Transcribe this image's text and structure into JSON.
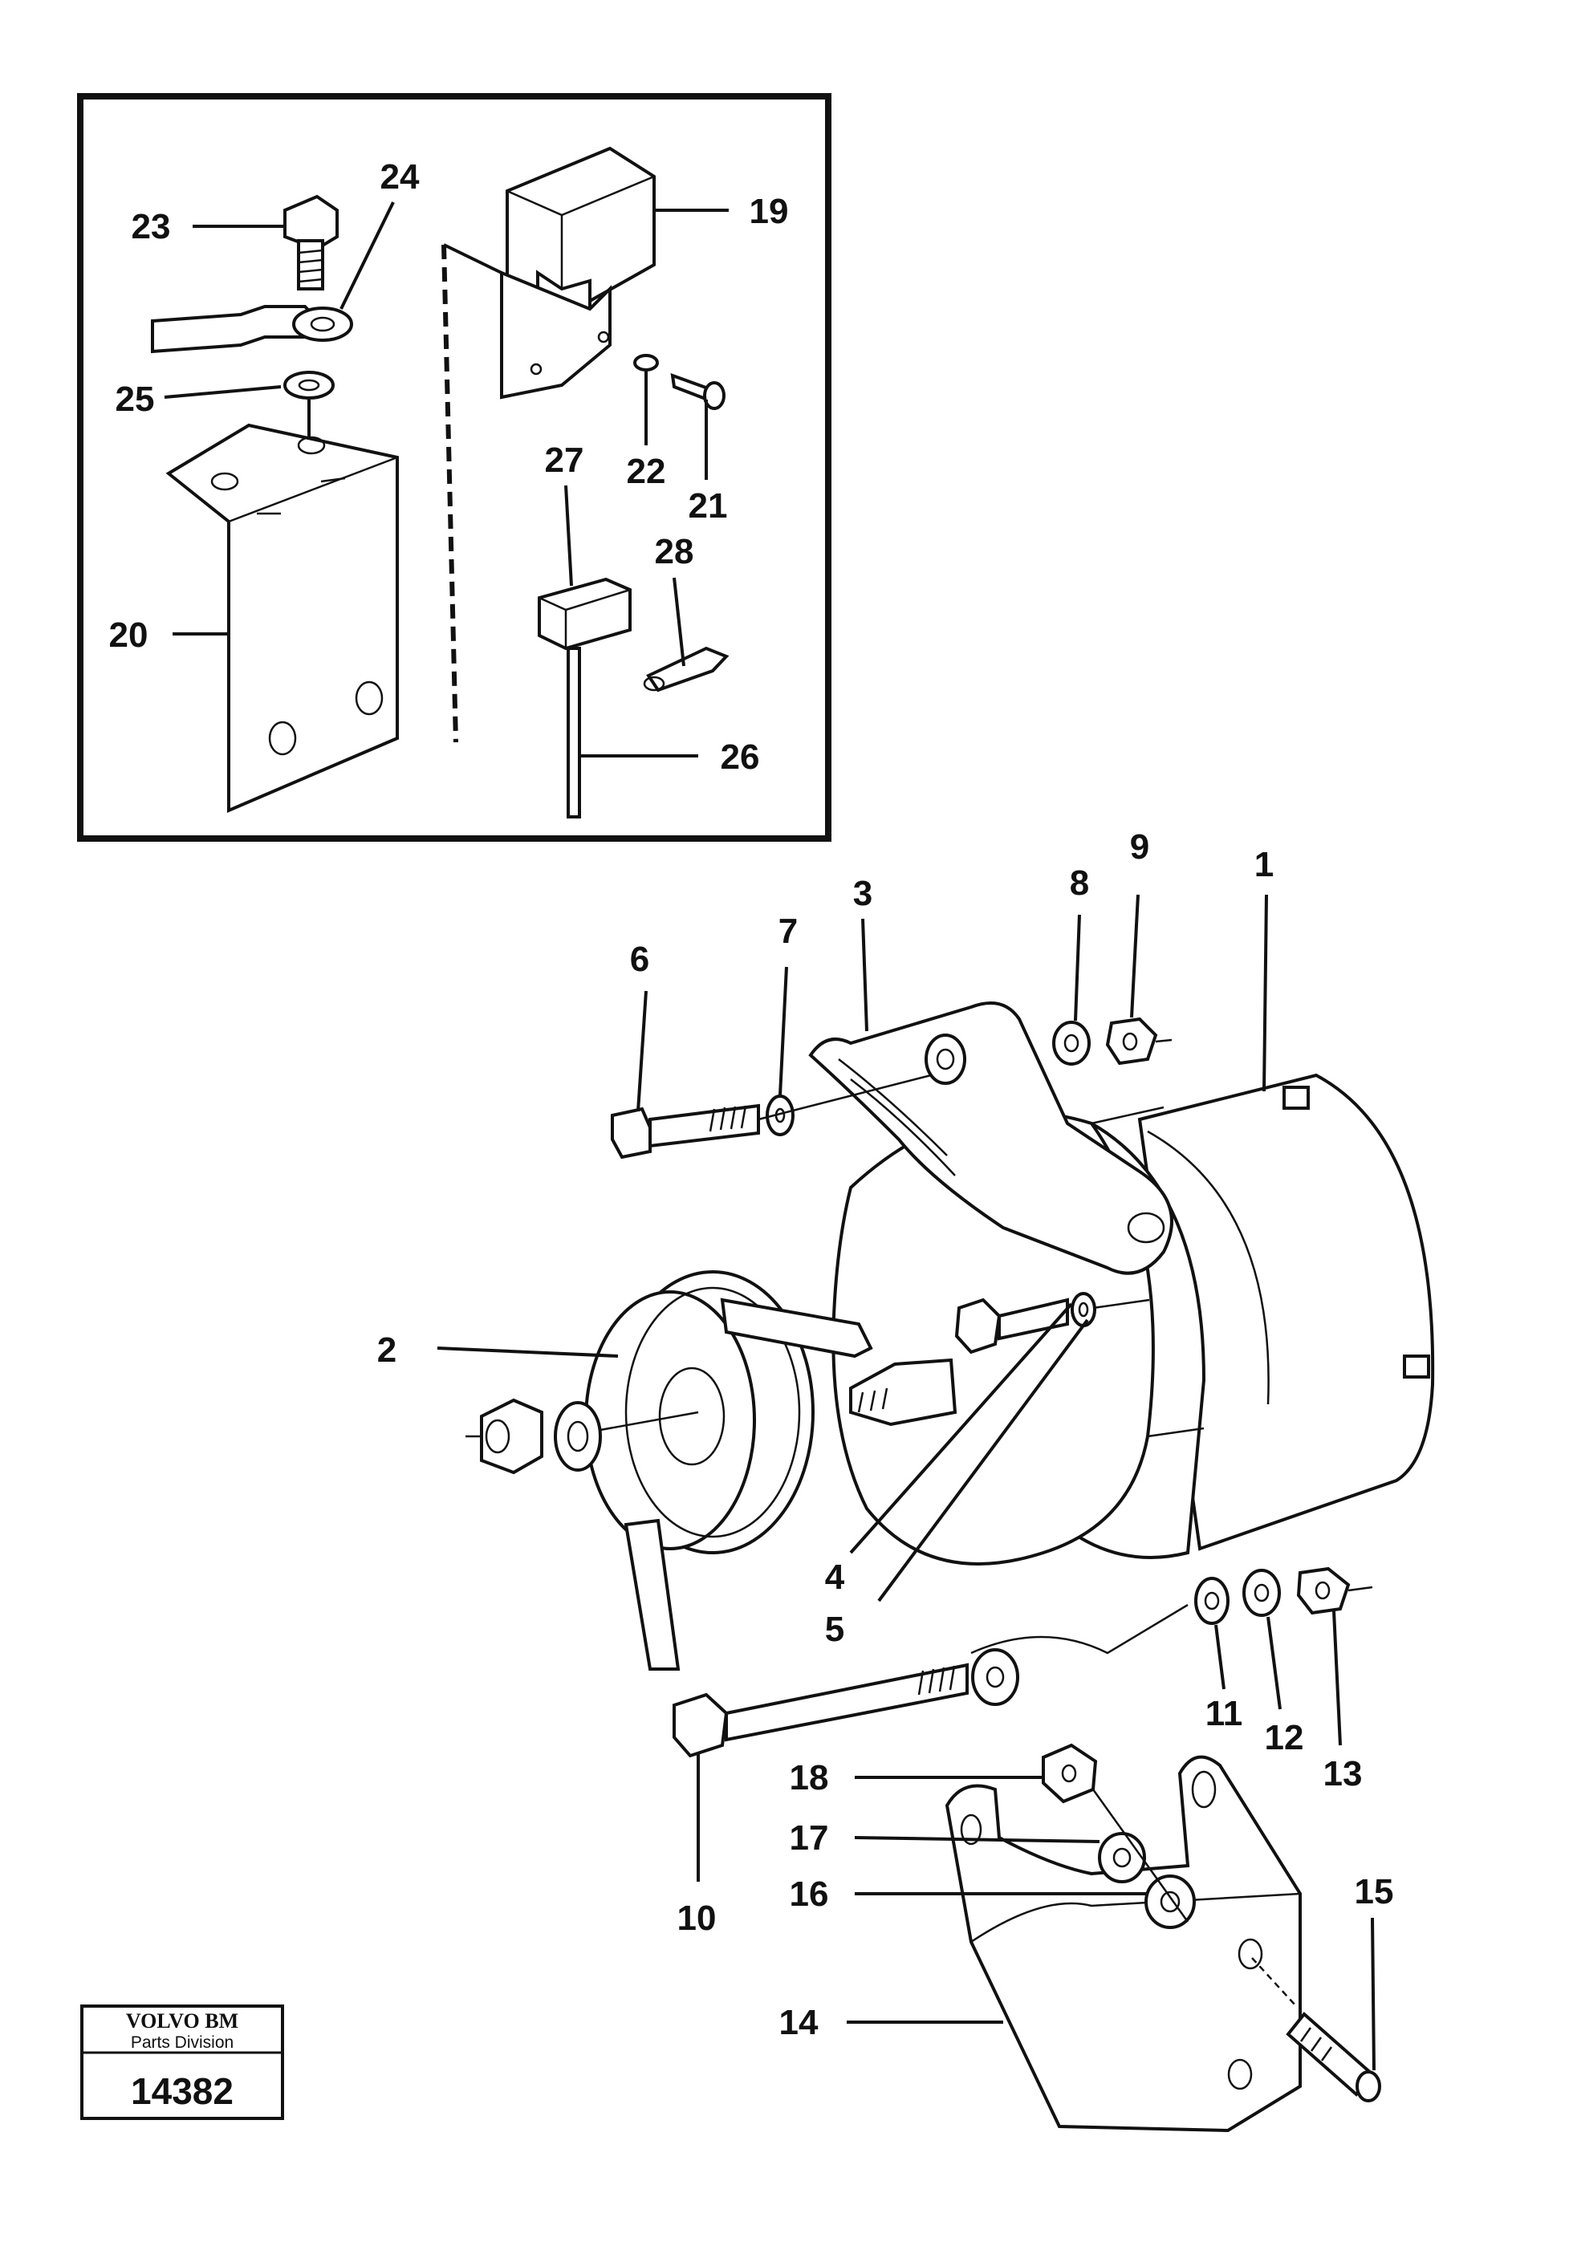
{
  "diagram": {
    "callouts": [
      "1",
      "2",
      "3",
      "4",
      "5",
      "6",
      "7",
      "8",
      "9",
      "10",
      "11",
      "12",
      "13",
      "14",
      "15",
      "16",
      "17",
      "18",
      "19",
      "20",
      "21",
      "22",
      "23",
      "24",
      "25",
      "26",
      "27",
      "28"
    ]
  },
  "logo": {
    "brand": "VOLVO BM",
    "division": "Parts Division",
    "number": "14382"
  }
}
